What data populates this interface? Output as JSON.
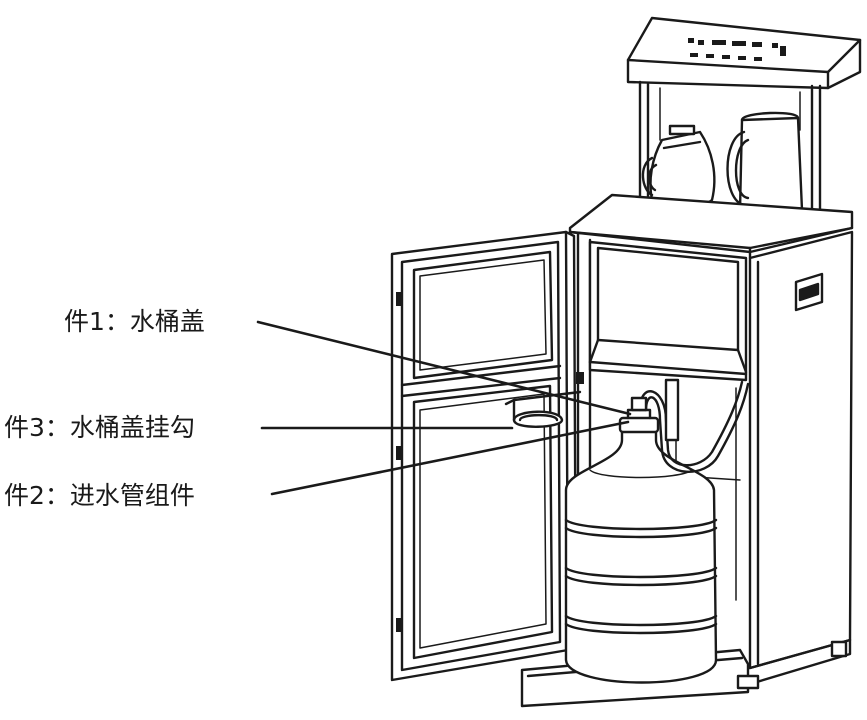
{
  "callouts": [
    {
      "id": "part1",
      "label": "件1：水桶盖"
    },
    {
      "id": "part3",
      "label": "件3：水桶盖挂勾"
    },
    {
      "id": "part2",
      "label": "件2：进水管组件"
    }
  ]
}
